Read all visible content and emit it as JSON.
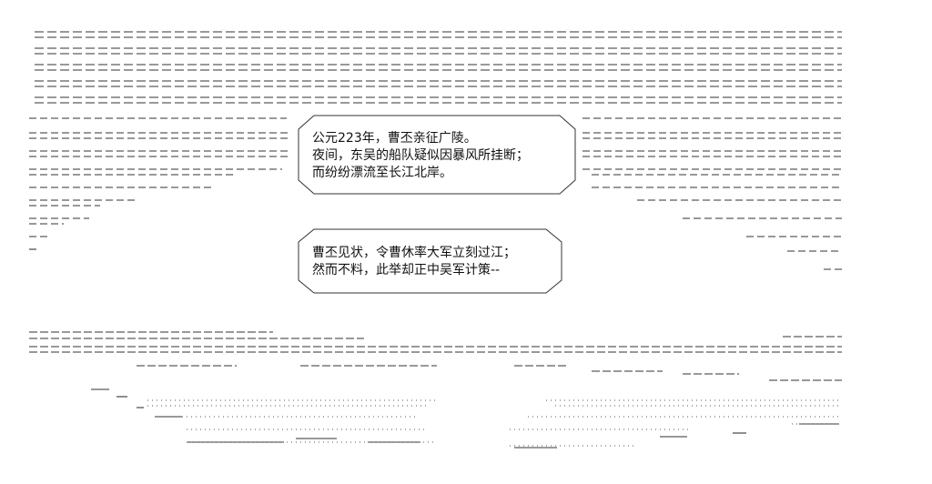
{
  "narration": {
    "bubble_1": {
      "lines": [
        "公元223年，曹丕亲征广陵。",
        "夜间，东吴的船队疑似因暴风所挂断；",
        "而纷纷漂流至长江北岸。"
      ]
    },
    "bubble_2": {
      "lines": [
        "曹丕见状，令曹休率大军立刻过江；",
        "然而不料，此举却正中吴军计策--"
      ]
    }
  },
  "colors": {
    "background": "#ffffff",
    "ink": "#333333",
    "text": "#111111"
  }
}
